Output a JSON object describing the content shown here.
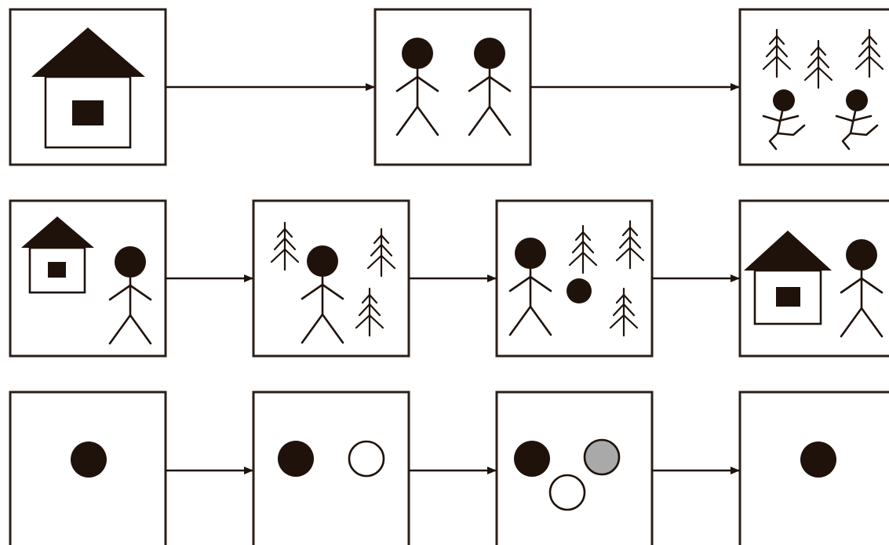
{
  "colors": {
    "ink": "#1e120a",
    "frame": "#2a1f18",
    "background": "#ffffff",
    "grey_circle": "#a9a9a9"
  },
  "rows": [
    {
      "panels": [
        "house",
        "two-people",
        "forest-people-running"
      ]
    },
    {
      "panels": [
        "house-person",
        "person-in-forest",
        "person-ball-forest",
        "house-person"
      ]
    },
    {
      "panels": [
        "one-black-circle",
        "black-and-white-circle",
        "three-circles",
        "one-black-circle"
      ]
    }
  ]
}
